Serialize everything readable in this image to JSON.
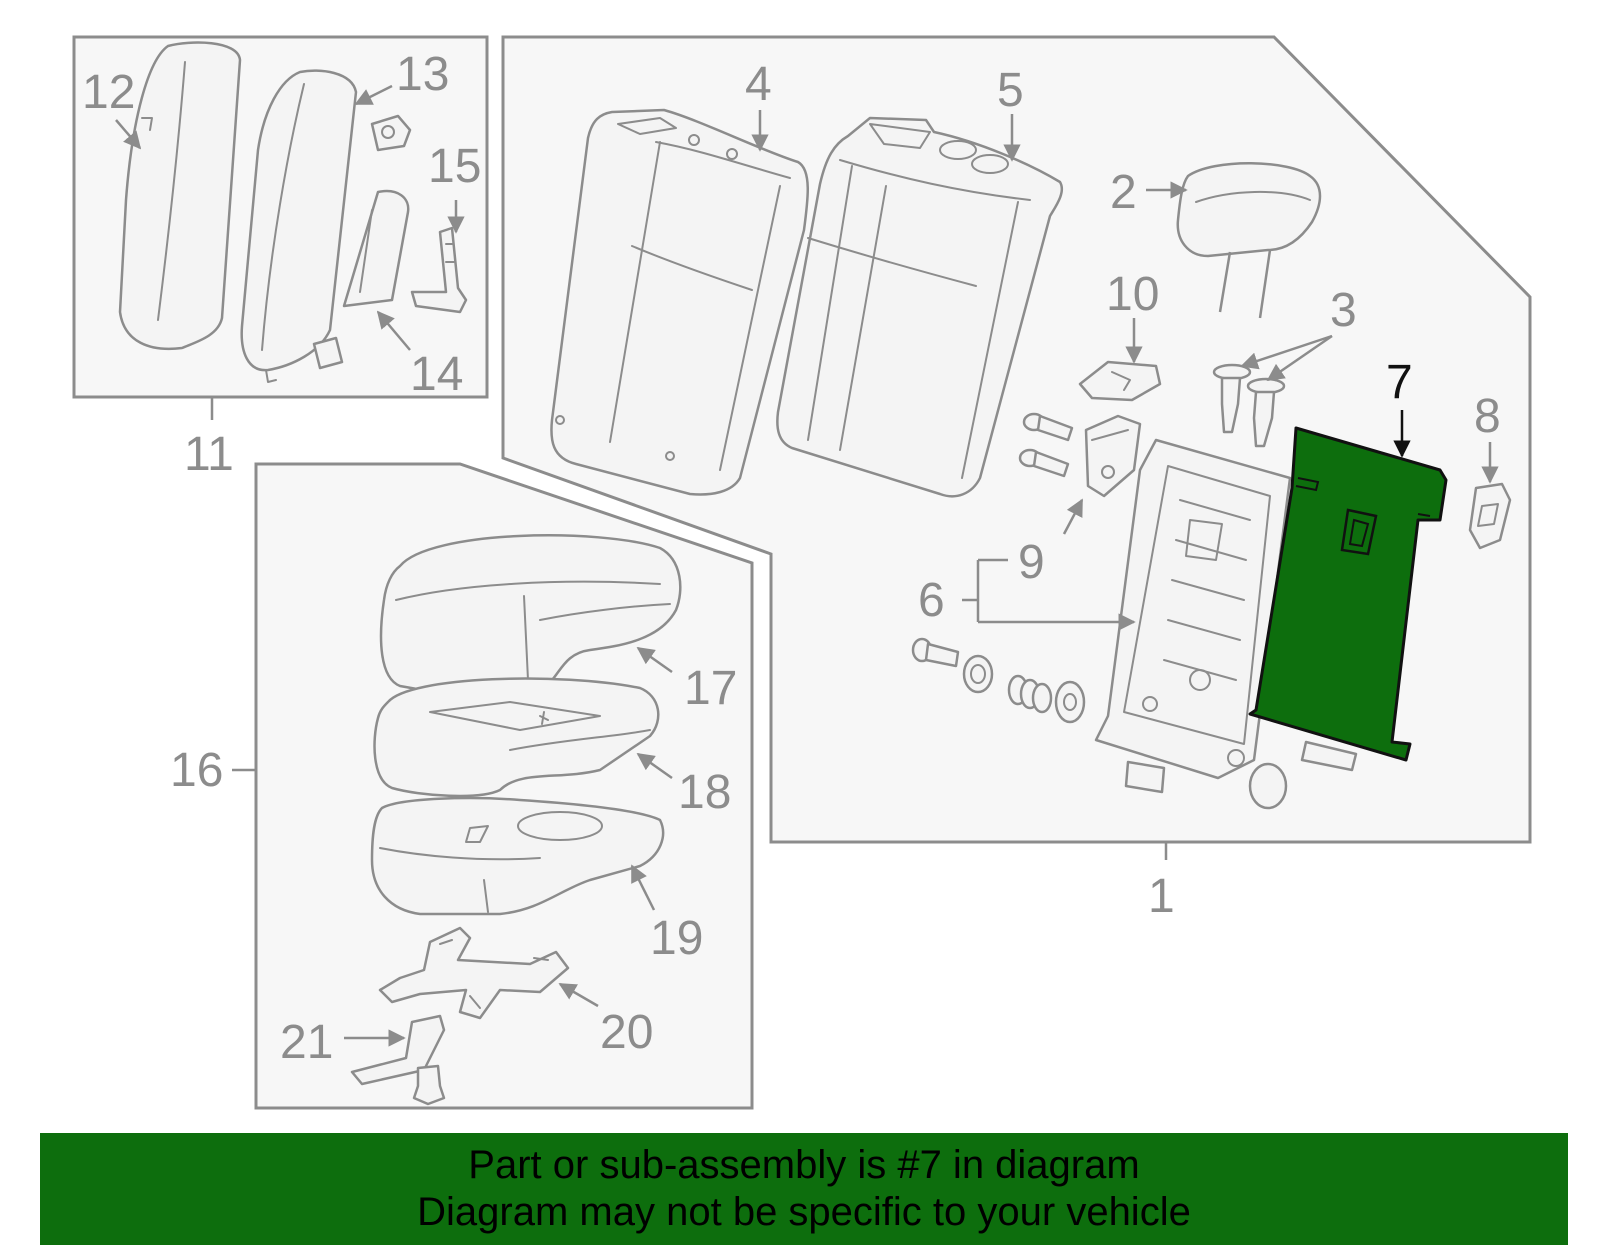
{
  "callouts": [
    "1",
    "2",
    "3",
    "4",
    "5",
    "6",
    "7",
    "8",
    "9",
    "10",
    "11",
    "12",
    "13",
    "14",
    "15",
    "16",
    "17",
    "18",
    "19",
    "20",
    "21"
  ],
  "highlight": {
    "part_number": "7",
    "fill_color": "#0d6e0d",
    "label_color": "#111111"
  },
  "colors": {
    "line": "#8c8c8c",
    "panel_fill": "#f7f7f7",
    "banner": "#0d6e0d",
    "banner_text": "#000000"
  },
  "banner": {
    "line1": "Part or sub-assembly is #7 in diagram",
    "line2": "Diagram may not be specific to your vehicle"
  }
}
